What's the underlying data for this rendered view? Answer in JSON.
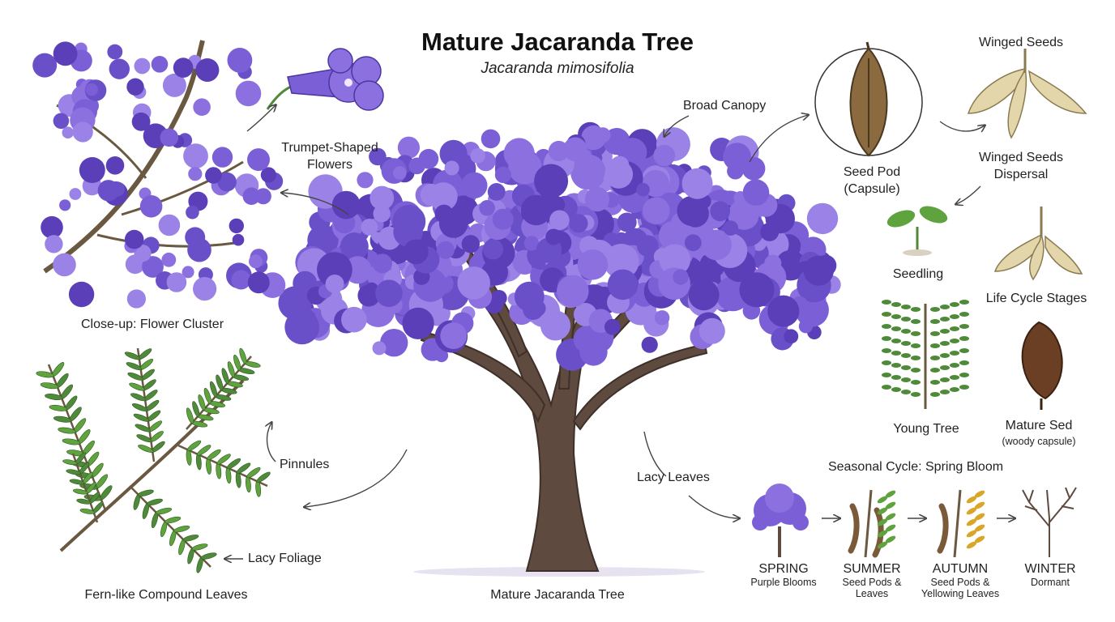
{
  "title": "Mature Jacaranda Tree",
  "subtitle": "Jacaranda mimosifolia",
  "colors": {
    "bloom": "#7b5fd6",
    "bloom_dark": "#5a3fb8",
    "bark": "#5e4a3f",
    "leaf": "#4f8a3a",
    "pod": "#8a6a3e",
    "seed_wing": "#e3d6aa"
  },
  "labels": {
    "flower_cluster": "Close-up: Flower Cluster",
    "trumpet_line1": "Trumpet-Shaped",
    "trumpet_line2": "Flowers",
    "broad_canopy": "Broad Canopy",
    "pinnules": "Pinnules",
    "lacy_foliage": "Lacy Foliage",
    "fern_leaves": "Fern-like Compound Leaves",
    "lacy_leaves": "Lacy Leaves",
    "main_tree": "Mature Jacaranda Tree"
  },
  "lifecycle": {
    "seed_pod_line1": "Seed Pod",
    "seed_pod_line2": "(Capsule)",
    "winged_seeds_top": "Winged Seeds",
    "dispersal_line1": "Winged Seeds",
    "dispersal_line2": "Dispersal",
    "seedling": "Seedling",
    "stages": "Life Cycle Stages",
    "young_tree": "Young Tree",
    "mature_seed_line1": "Mature Sed",
    "mature_seed_line2": "(woody capsule)"
  },
  "seasonal": {
    "heading": "Seasonal Cycle: Spring Bloom",
    "seasons": [
      {
        "name": "SPRING",
        "line1": "Purple Blooms",
        "line2": ""
      },
      {
        "name": "SUMMER",
        "line1": "Seed Pods &",
        "line2": "Leaves"
      },
      {
        "name": "AUTUMN",
        "line1": "Seed Pods &",
        "line2": "Yellowing Leaves"
      },
      {
        "name": "WINTER",
        "line1": "Dormant",
        "line2": ""
      }
    ]
  }
}
